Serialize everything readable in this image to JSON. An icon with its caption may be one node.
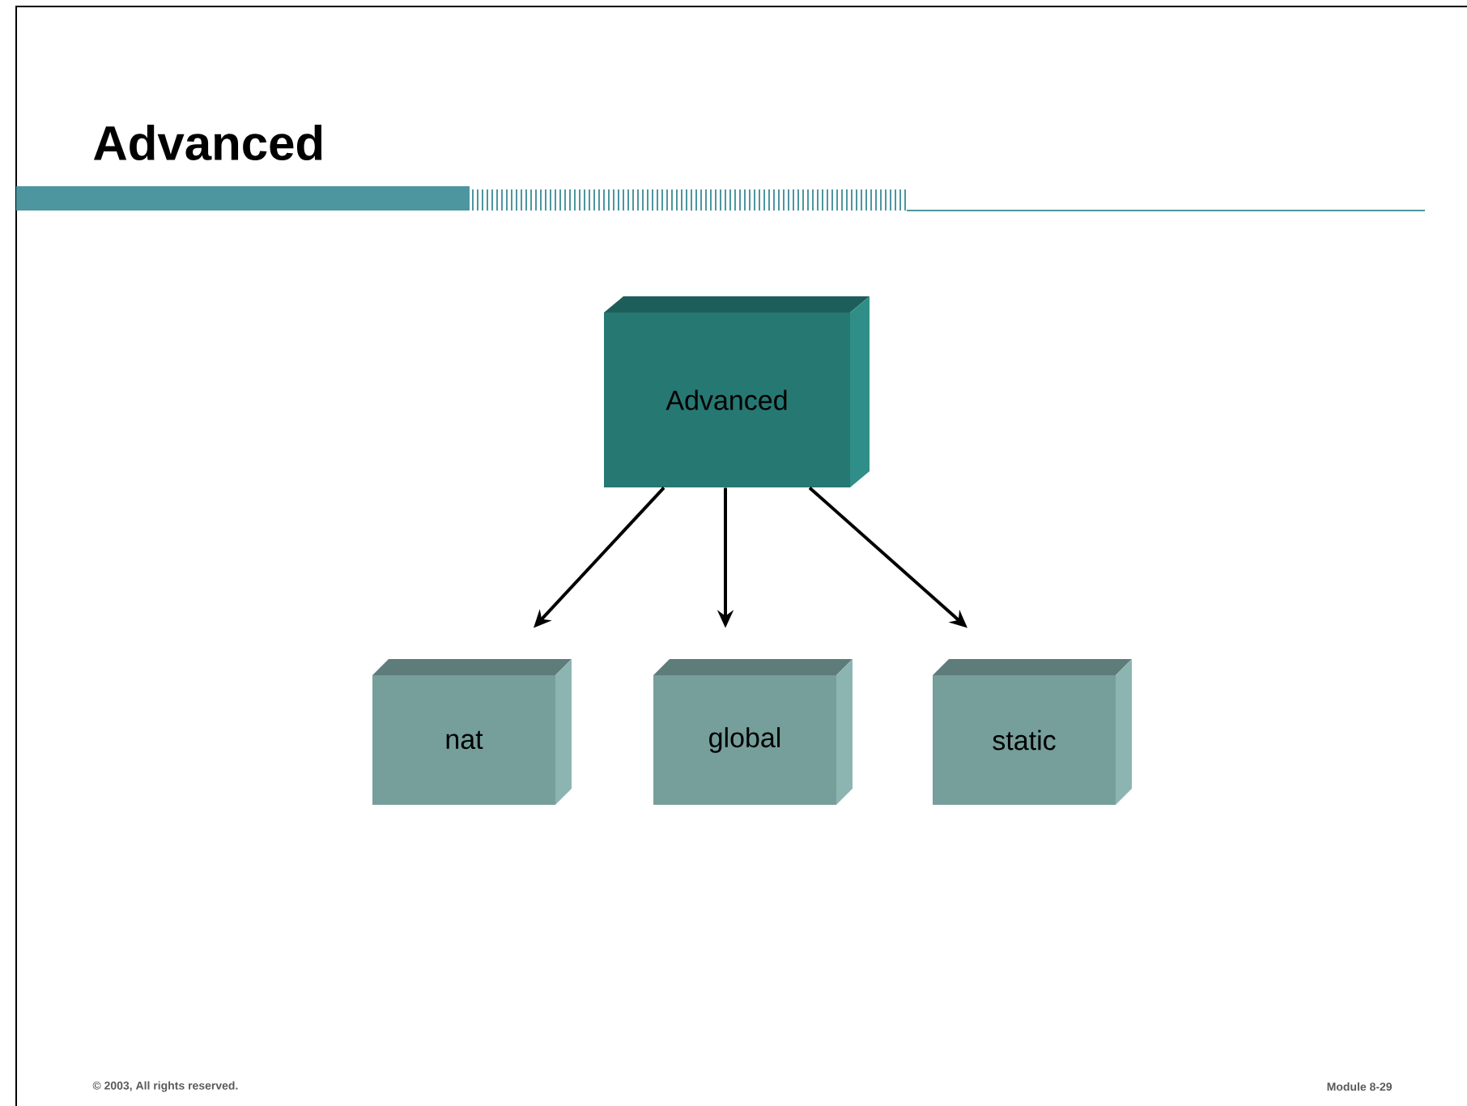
{
  "diagram": {
    "title": "Advanced",
    "nodes": [
      {
        "text": [
          "Advanced"
        ]
      },
      {
        "text": [
          "nat"
        ]
      },
      {
        "text": [
          "global"
        ]
      },
      {
        "text": [
          "static"
        ]
      }
    ],
    "edges": [
      {
        "from": 0,
        "to": 1,
        "arrow": "to"
      },
      {
        "from": 0,
        "to": 2,
        "arrow": "to"
      },
      {
        "from": 0,
        "to": 3,
        "arrow": "to"
      }
    ],
    "labels": [
      "© 2003, All rights reserved.",
      "Module 8-29"
    ]
  }
}
